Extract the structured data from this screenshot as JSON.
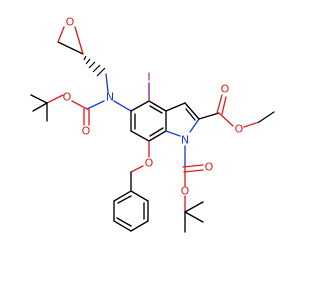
{
  "molecule": {
    "atom_colors": {
      "O": "#e0201b",
      "N": "#1f3bd6",
      "I": "#8a1d8c",
      "C": "#000000"
    },
    "labels": {
      "epoxide_o": "O",
      "n_carbamate": "N",
      "carbamate_o_ester": "O",
      "carbamate_o_carbonyl": "O",
      "iodine": "I",
      "methyl_ester_o_carbonyl": "O",
      "methyl_ester_o": "O",
      "indole_n": "N",
      "benzyloxy_o": "O",
      "boc_o_carbonyl": "O",
      "boc_o_ester": "O"
    }
  }
}
